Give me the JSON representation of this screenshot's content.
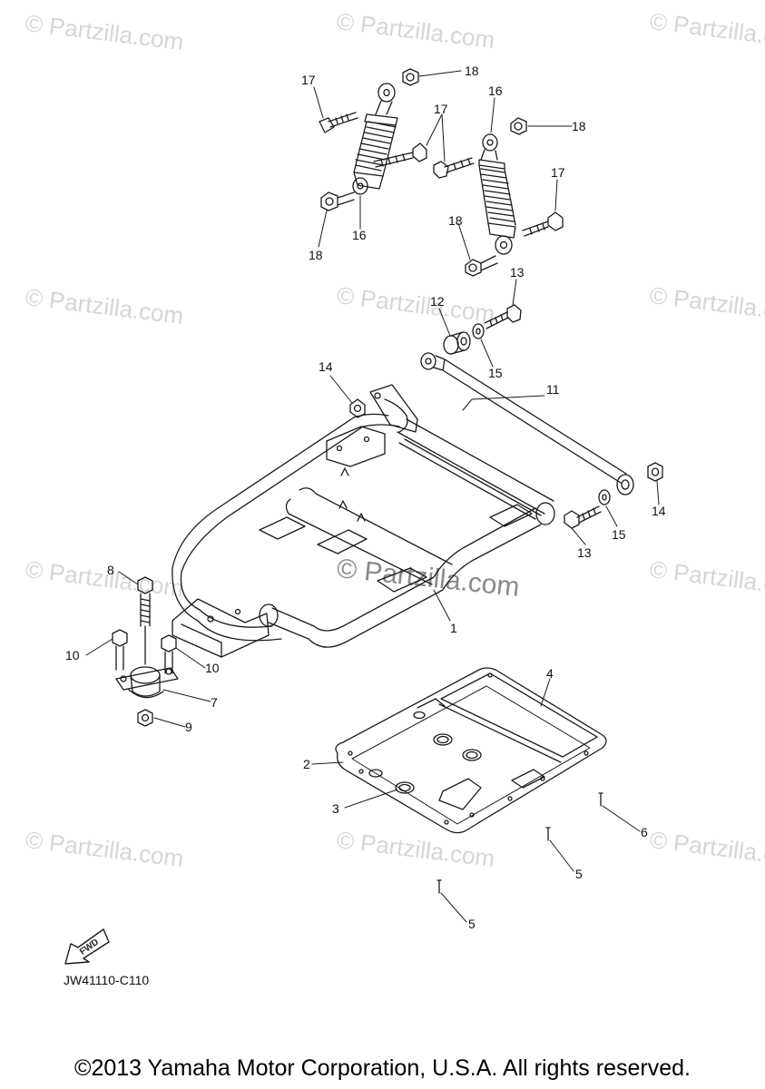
{
  "watermark": {
    "text": "© Partzilla.com"
  },
  "callouts": [
    {
      "id": "c17a",
      "text": "17"
    },
    {
      "id": "c18a",
      "text": "18"
    },
    {
      "id": "c16a",
      "text": "16"
    },
    {
      "id": "c17b",
      "text": "17"
    },
    {
      "id": "c18b",
      "text": "18"
    },
    {
      "id": "c17c",
      "text": "17"
    },
    {
      "id": "c18c",
      "text": "18"
    },
    {
      "id": "c16b",
      "text": "16"
    },
    {
      "id": "c18d",
      "text": "18"
    },
    {
      "id": "c13a",
      "text": "13"
    },
    {
      "id": "c12",
      "text": "12"
    },
    {
      "id": "c15a",
      "text": "15"
    },
    {
      "id": "c14a",
      "text": "14"
    },
    {
      "id": "c11",
      "text": "11"
    },
    {
      "id": "c14b",
      "text": "14"
    },
    {
      "id": "c15b",
      "text": "15"
    },
    {
      "id": "c13b",
      "text": "13"
    },
    {
      "id": "c8",
      "text": "8"
    },
    {
      "id": "c1",
      "text": "1"
    },
    {
      "id": "c10a",
      "text": "10"
    },
    {
      "id": "c10b",
      "text": "10"
    },
    {
      "id": "c7",
      "text": "7"
    },
    {
      "id": "c9",
      "text": "9"
    },
    {
      "id": "c4",
      "text": "4"
    },
    {
      "id": "c2",
      "text": "2"
    },
    {
      "id": "c3",
      "text": "3"
    },
    {
      "id": "c6",
      "text": "6"
    },
    {
      "id": "c5a",
      "text": "5"
    },
    {
      "id": "c5b",
      "text": "5"
    }
  ],
  "fwd_label": "FWD",
  "diagram_code": "JW41110-C110",
  "copyright": "©2013 Yamaha Motor Corporation, U.S.A. All rights reserved."
}
